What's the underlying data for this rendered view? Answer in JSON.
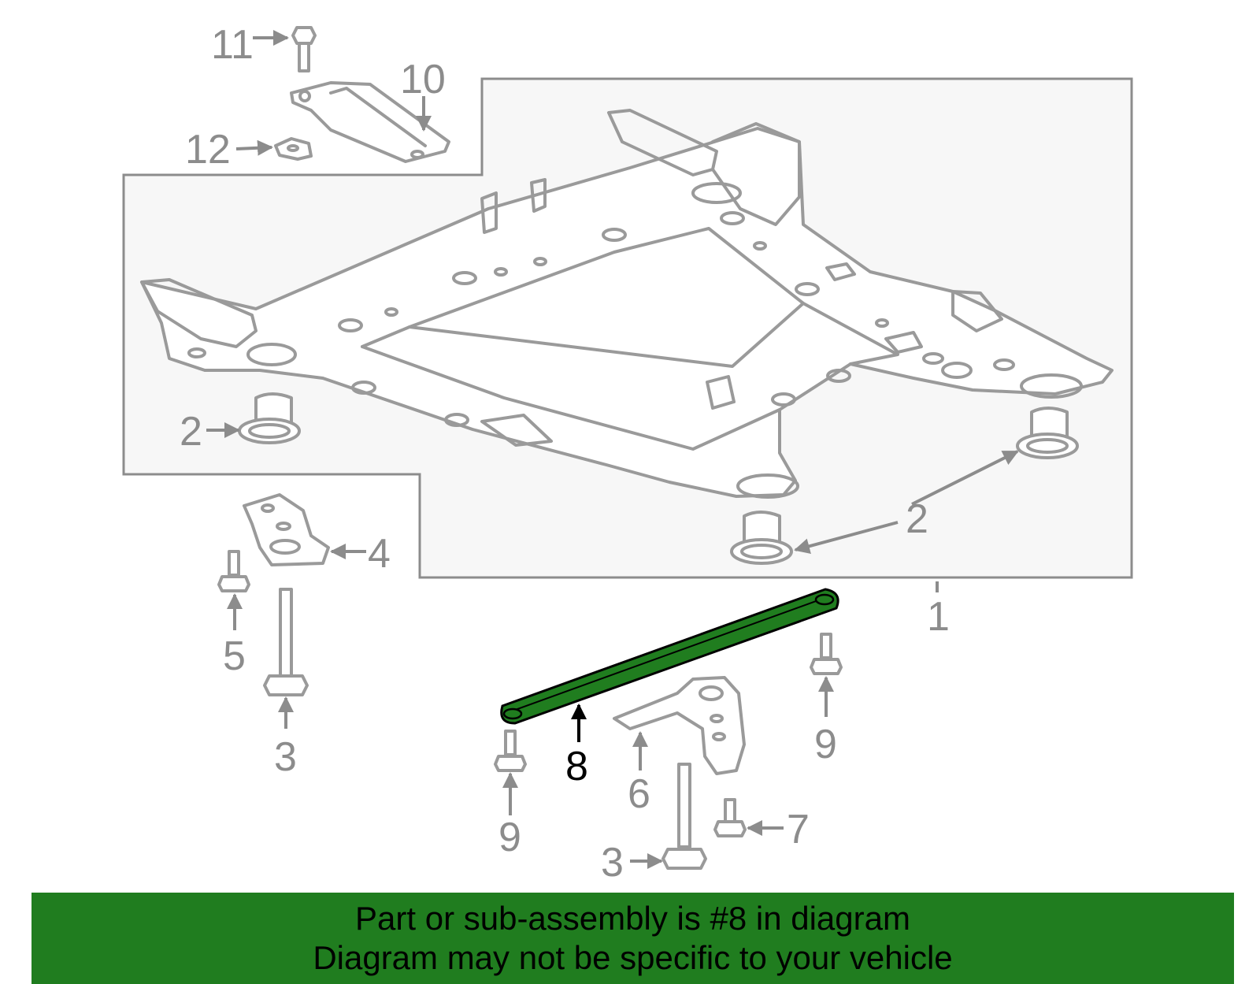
{
  "callouts": {
    "c1": "1",
    "c2a": "2",
    "c2b": "2",
    "c3a": "3",
    "c3b": "3",
    "c4": "4",
    "c5": "5",
    "c6": "6",
    "c7": "7",
    "c8": "8",
    "c9a": "9",
    "c9b": "9",
    "c10": "10",
    "c11": "11",
    "c12": "12"
  },
  "highlight": {
    "part_number": "8",
    "color": "#207d1f"
  },
  "banner": {
    "line1": "Part or sub-assembly is #8 in diagram",
    "line2": "Diagram may not be specific to your vehicle",
    "background": "#207d1f"
  }
}
